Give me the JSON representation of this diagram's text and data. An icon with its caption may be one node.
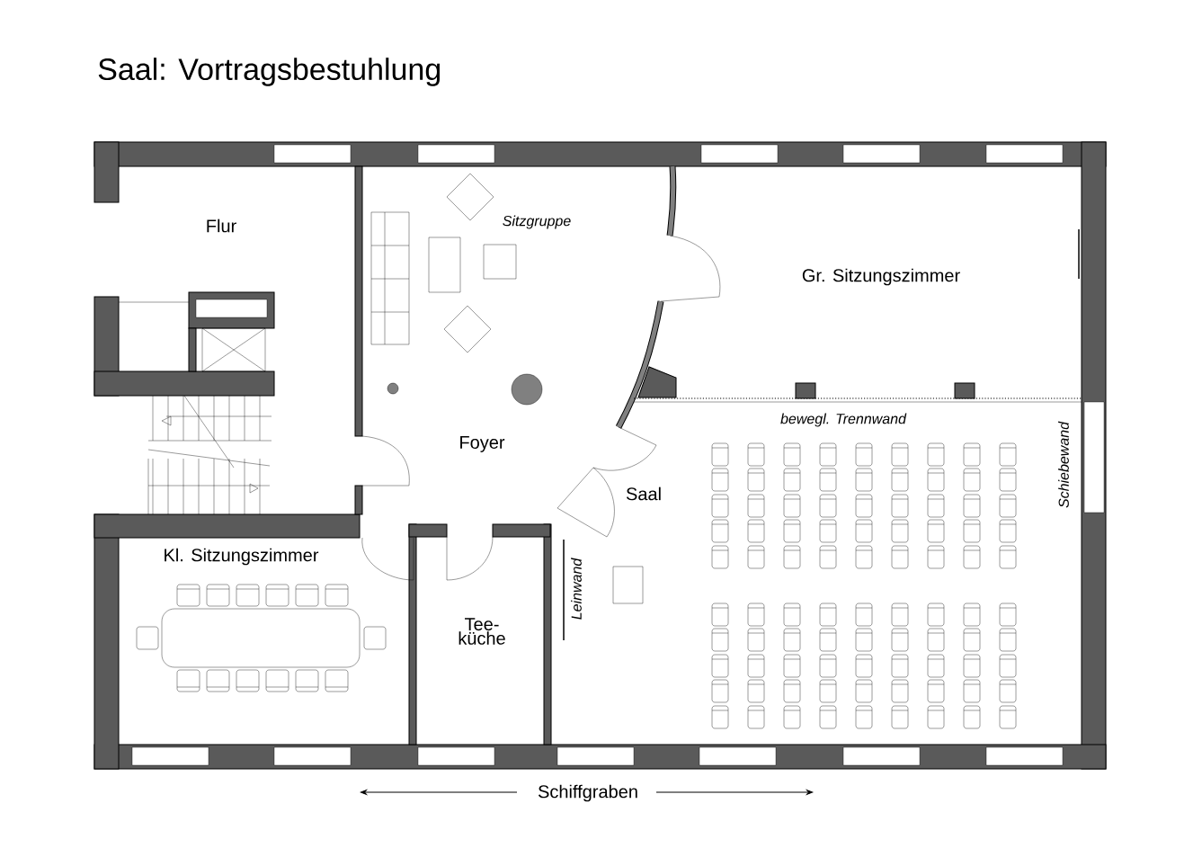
{
  "diagram": {
    "title": "Saal: Vortragsbestuhlung",
    "labels": [
      "Flur",
      "Sitzgruppe",
      "Gr. Sitzungszimmer",
      "bewegl. Trennwand",
      "Schiebewand",
      "Foyer",
      "Saal",
      "Kl. Sitzungszimmer",
      "Leinwand",
      "Tee- küche",
      "Schiffgraben"
    ]
  }
}
